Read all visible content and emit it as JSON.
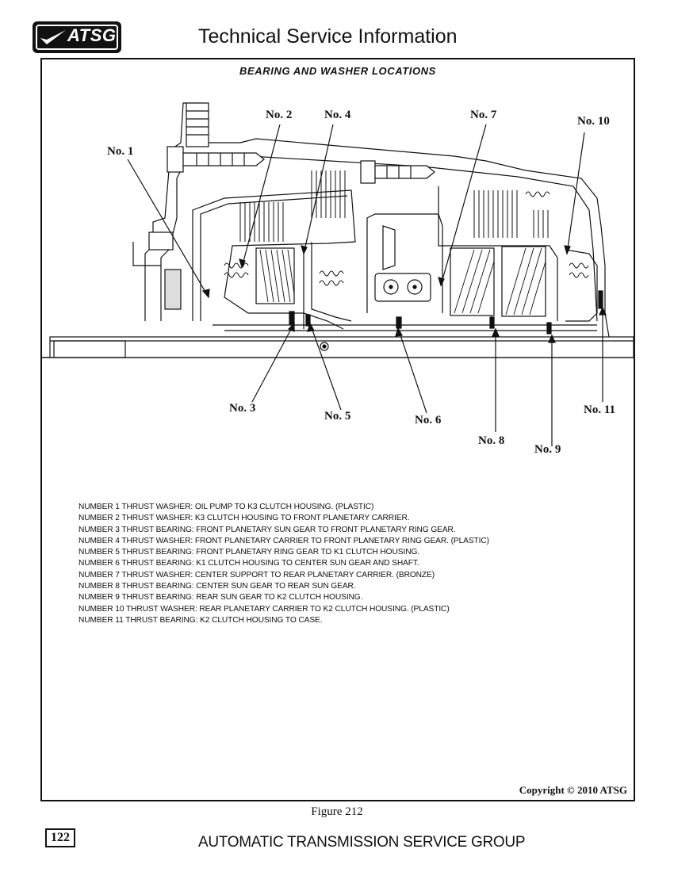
{
  "header": {
    "logo_text": "ATSG",
    "title": "Technical Service Information"
  },
  "figure": {
    "title": "BEARING AND WASHER LOCATIONS",
    "callouts": [
      {
        "id": "no1",
        "label": "No. 1"
      },
      {
        "id": "no2",
        "label": "No. 2"
      },
      {
        "id": "no3",
        "label": "No. 3"
      },
      {
        "id": "no4",
        "label": "No. 4"
      },
      {
        "id": "no5",
        "label": "No. 5"
      },
      {
        "id": "no6",
        "label": "No. 6"
      },
      {
        "id": "no7",
        "label": "No. 7"
      },
      {
        "id": "no8",
        "label": "No. 8"
      },
      {
        "id": "no9",
        "label": "No. 9"
      },
      {
        "id": "no10",
        "label": "No. 10"
      },
      {
        "id": "no11",
        "label": "No. 11"
      }
    ],
    "notes": [
      "NUMBER 1 THRUST WASHER:  OIL PUMP TO K3 CLUTCH HOUSING.  (PLASTIC)",
      "NUMBER 2 THRUST WASHER:  K3 CLUTCH HOUSING TO FRONT PLANETARY CARRIER.",
      "NUMBER 3 THRUST BEARING:  FRONT PLANETARY SUN GEAR TO FRONT PLANETARY RING GEAR.",
      "NUMBER 4 THRUST WASHER:  FRONT PLANETARY CARRIER TO FRONT PLANETARY RING GEAR.  (PLASTIC)",
      "NUMBER 5 THRUST BEARING:  FRONT PLANETARY RING GEAR TO K1 CLUTCH HOUSING.",
      "NUMBER 6 THRUST BEARING:  K1 CLUTCH HOUSING TO CENTER SUN GEAR AND SHAFT.",
      "NUMBER 7 THRUST WASHER:  CENTER SUPPORT TO REAR PLANETARY CARRIER.  (BRONZE)",
      "NUMBER 8 THRUST BEARING:  CENTER SUN GEAR TO REAR SUN GEAR.",
      "NUMBER 9 THRUST BEARING:  REAR SUN GEAR TO K2 CLUTCH HOUSING.",
      "NUMBER 10 THRUST WASHER:  REAR PLANETARY CARRIER TO K2 CLUTCH HOUSING.  (PLASTIC)",
      "NUMBER 11 THRUST BEARING:  K2 CLUTCH HOUSING TO CASE."
    ],
    "copyright": "Copyright © 2010 ATSG",
    "caption": "Figure 212"
  },
  "footer": {
    "page_number": "122",
    "organization": "AUTOMATIC TRANSMISSION SERVICE GROUP"
  }
}
